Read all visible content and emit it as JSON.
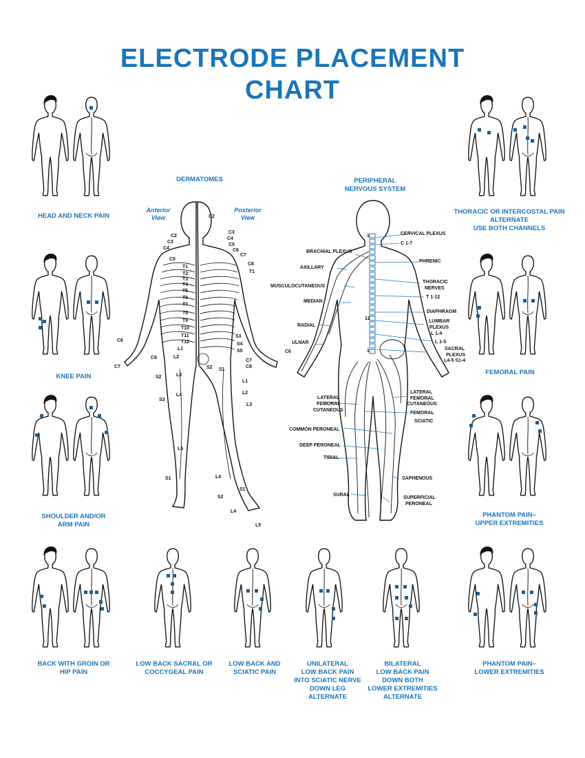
{
  "title": {
    "line1": "ELECTRODE PLACEMENT",
    "line2": "CHART"
  },
  "center": {
    "dermatomes": "DERMATOMES",
    "anterior": [
      "Anterior",
      "View"
    ],
    "posterior": [
      "Posterior",
      "View"
    ],
    "pns": [
      "PERIPHERAL",
      "NERVOUS SYSTEM"
    ],
    "derm_labels": [
      "C2",
      "C3",
      "C4",
      "C5",
      "T1",
      "T2",
      "T3",
      "T4",
      "T5",
      "T6",
      "T7",
      "T8",
      "T9",
      "T10",
      "T11",
      "T12",
      "L1",
      "L2",
      "L3",
      "L4",
      "L5",
      "S1",
      "S2",
      "S3",
      "C6",
      "C7",
      "C8",
      "C2",
      "C3",
      "C4",
      "C5",
      "C6",
      "C7",
      "C8",
      "T1",
      "S3",
      "S4",
      "S5",
      "S2",
      "S1",
      "L1",
      "L2",
      "L3",
      "C6",
      "C7",
      "C8",
      "L4",
      "S2",
      "S1",
      "L4",
      "L5"
    ],
    "nerve_labels": [
      "CERVICAL PLEXUS",
      "C 1-7",
      "BRACHIAL PLEXUS",
      "PHRENIC",
      "AXILLARY",
      "MUSCULOCUTANEOUS",
      "THORACIC",
      "NERVES",
      "T 1-12",
      "MEDIAN",
      "DIAPHRAGM",
      "12",
      "LUMBAR",
      "PLEXUS",
      "L 1-4",
      "RADIAL",
      "L 1-5",
      "ULNAR",
      "SACRAL",
      "PLEXUS",
      "L4-5 S1-4",
      "LATERAL",
      "FEMORAL",
      "CUTANEOUS",
      "LATERAL",
      "FEMORAL",
      "CUTANEOUS",
      "FEMORAL",
      "SCIATIC",
      "COMMON PERONEAL",
      "DEEP PERONEAL",
      "TIBIAL",
      "SAPHENOUS",
      "SURAL",
      "SUPERFICIAL",
      "PERONEAL",
      "1",
      "1"
    ]
  },
  "panels": [
    {
      "id": "head-neck",
      "label": [
        "HEAD AND NECK PAIN"
      ]
    },
    {
      "id": "thoracic",
      "label": [
        "THORACIC OR INTERCOSTAL PAIN",
        "ALTERNATE",
        "USE BOTH CHANNELS"
      ]
    },
    {
      "id": "knee",
      "label": [
        "KNEE PAIN"
      ]
    },
    {
      "id": "femoral",
      "label": [
        "FEMORAL PAIN"
      ]
    },
    {
      "id": "shoulder",
      "label": [
        "SHOULDER AND/OR",
        "ARM PAIN"
      ]
    },
    {
      "id": "phantom-upper",
      "label": [
        "PHANTOM PAIN–",
        "UPPER EXTREMITIES"
      ]
    },
    {
      "id": "back-groin",
      "label": [
        "BACK WITH GROIN OR",
        "HIP PAIN"
      ]
    },
    {
      "id": "low-back-sacral",
      "label": [
        "LOW BACK SACRAL OR",
        "COCCYGEAL PAIN"
      ]
    },
    {
      "id": "low-back-sciatic",
      "label": [
        "LOW BACK AND",
        "SCIATIC PAIN"
      ]
    },
    {
      "id": "unilateral",
      "label": [
        "UNILATERAL",
        "LOW BACK PAIN",
        "INTO SCIATIC NERVE",
        "DOWN LEG",
        "ALTERNATE"
      ]
    },
    {
      "id": "bilateral",
      "label": [
        "BILATERAL",
        "LOW BACK PAIN",
        "DOWN BOTH",
        "LOWER EXTREMITIES",
        "ALTERNATE"
      ]
    },
    {
      "id": "phantom-lower",
      "label": [
        "PHANTOM PAIN–",
        "LOWER EXTREMITIES"
      ]
    }
  ],
  "colors": {
    "accent": "#1b75b8",
    "outline": "#111111",
    "electrode": "#1a5f93"
  }
}
